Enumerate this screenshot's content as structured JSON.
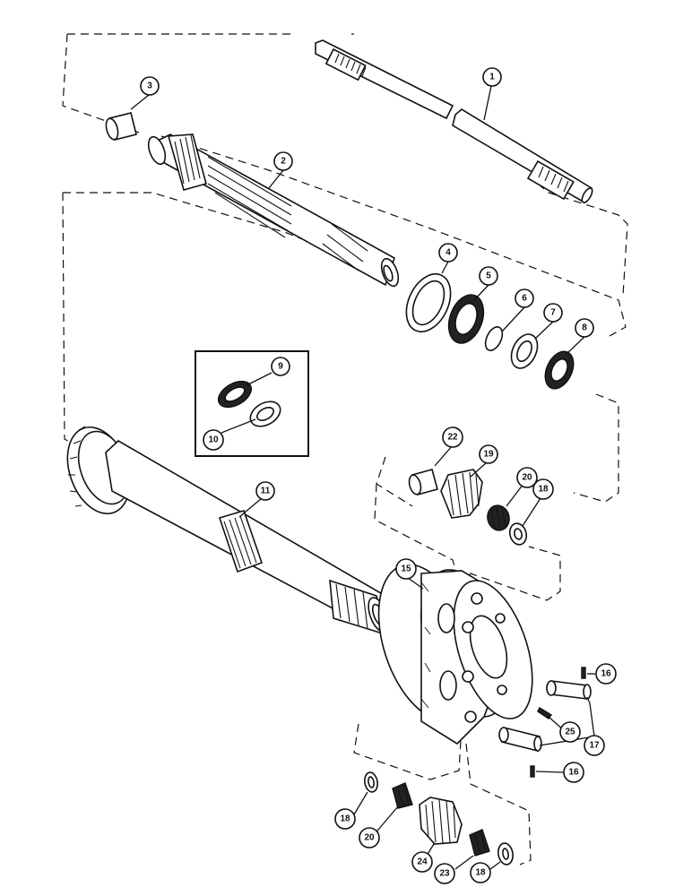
{
  "callouts": {
    "c1": "1",
    "c2": "2",
    "c3": "3",
    "c4": "4",
    "c5": "5",
    "c6": "6",
    "c7": "7",
    "c8": "8",
    "c9": "9",
    "c10": "10",
    "c11": "11",
    "c15": "15",
    "c16a": "16",
    "c16b": "16",
    "c17": "17",
    "c18a": "18",
    "c18b": "18",
    "c18c": "18",
    "c19": "19",
    "c20a": "20",
    "c20b": "20",
    "c22": "22",
    "c23": "23",
    "c24": "24",
    "c25": "25"
  }
}
